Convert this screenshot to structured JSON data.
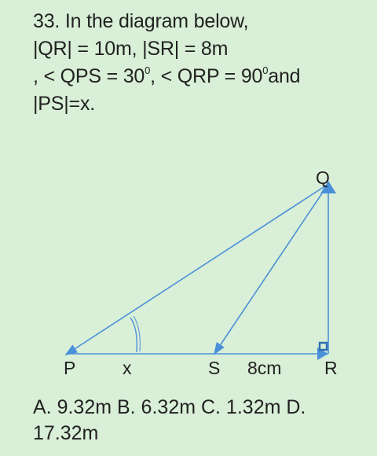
{
  "question": {
    "line1": "33. In the diagram below,",
    "line2": "|QR| = 10m, |SR| = 8m",
    "line3_part1": " , < QPS = 30",
    "line3_sup1": "0",
    "line3_part2": ", < QRP = 90",
    "line3_sup2": "0",
    "line3_part3": "and",
    "line4": "|PS|=x."
  },
  "diagram": {
    "labels": {
      "P": "P",
      "Q": "Q",
      "R": "R",
      "S": "S",
      "x": "x",
      "sr_length": "8cm"
    },
    "line_color": "#4a90d9",
    "right_angle_color": "#2f6fb5"
  },
  "answers": {
    "line1": "A. 9.32m B. 6.32m C. 1.32m D.",
    "line2": "17.32m"
  }
}
